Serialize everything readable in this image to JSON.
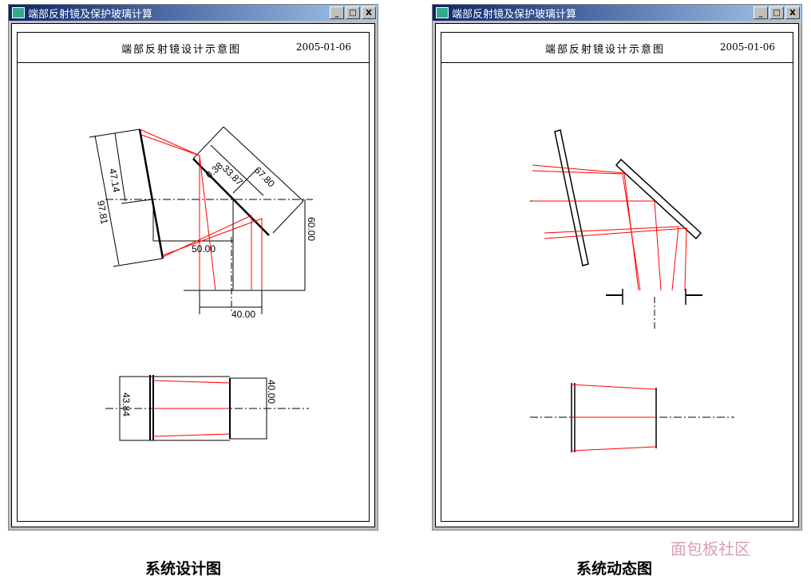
{
  "windows": [
    {
      "title": "端部反射镜及保护玻璃计算",
      "heading": "端部反射镜设计示意图",
      "date": "2005-01-06",
      "dims": [
        "47.14",
        "97.81",
        "33.87",
        "0.38",
        "67.80",
        "50.00",
        "60.00",
        "40.00",
        "43.84",
        "40.00"
      ],
      "caption": "系统设计图"
    },
    {
      "title": "端部反射镜及保护玻璃计算",
      "heading": "端部反射镜设计示意图",
      "date": "2005-01-06",
      "caption": "系统动态图"
    }
  ],
  "buttons": {
    "minimize": "_",
    "maximize": "□",
    "close": "X"
  },
  "watermark": "面包板社区"
}
